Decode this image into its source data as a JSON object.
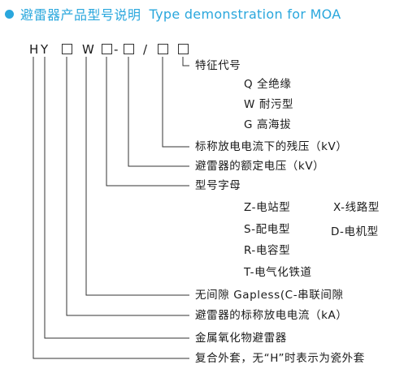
{
  "title": {
    "cn": "避雷器产品型号说明",
    "en": "Type demonstration for MOA"
  },
  "colors": {
    "accent": "#2aa7dd",
    "line": "#333333"
  },
  "code": {
    "c1": "H",
    "c2": "Y",
    "c3": "W",
    "dash": "-",
    "slash": "/"
  },
  "labels": {
    "feature": "特征代号",
    "feature_q": "Q 全绝缘",
    "feature_w": "W 耐污型",
    "feature_g": "G 高海拔",
    "residual": "标称放电电流下的残压（kV）",
    "rated": "避雷器的额定电压（kV）",
    "type_letter": "型号字母",
    "z": "Z-电站型",
    "x": "X-线路型",
    "s": "S-配电型",
    "d": "D-电机型",
    "r": "R-电容型",
    "t": "T-电气化铁道",
    "gapless": "无间隙 Gapless(C-串联间隙",
    "discharge": "避雷器的标称放电电流（kA）",
    "metal": "金属氧化物避雷器",
    "composite": "复合外套，无“H”时表示为瓷外套"
  }
}
